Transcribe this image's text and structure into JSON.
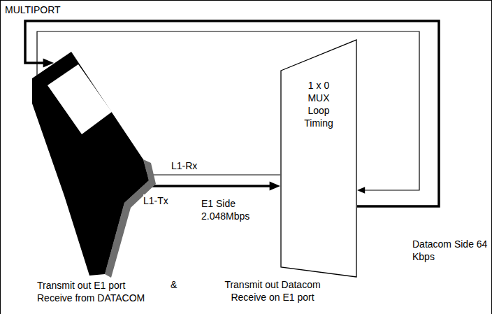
{
  "diagram": {
    "nodes": [
      {
        "text": [
          "MULTIPORT"
        ]
      },
      {
        "text": [
          "Transmit out E1 port Receive from DATACOM"
        ],
        "in": 0
      },
      {
        "text": [
          "1 x 0 MUX Loop Timing"
        ],
        "in": 0
      }
    ],
    "edges": [
      {
        "from": 2,
        "to": 1,
        "label": "L1-Rx",
        "arrow": "to"
      },
      {
        "from": 1,
        "to": 2,
        "label": "L1-Tx",
        "arrow": "to"
      },
      {
        "from": 2,
        "to": 1,
        "arrow": "to"
      },
      {
        "from": 1,
        "to": 2,
        "arrow": "to"
      }
    ],
    "labels": [
      "E1 Side 2.048Mbps",
      "Datacom Side 64 Kbps",
      "&",
      "Transmit out Datacom Receive on E1 port"
    ]
  }
}
